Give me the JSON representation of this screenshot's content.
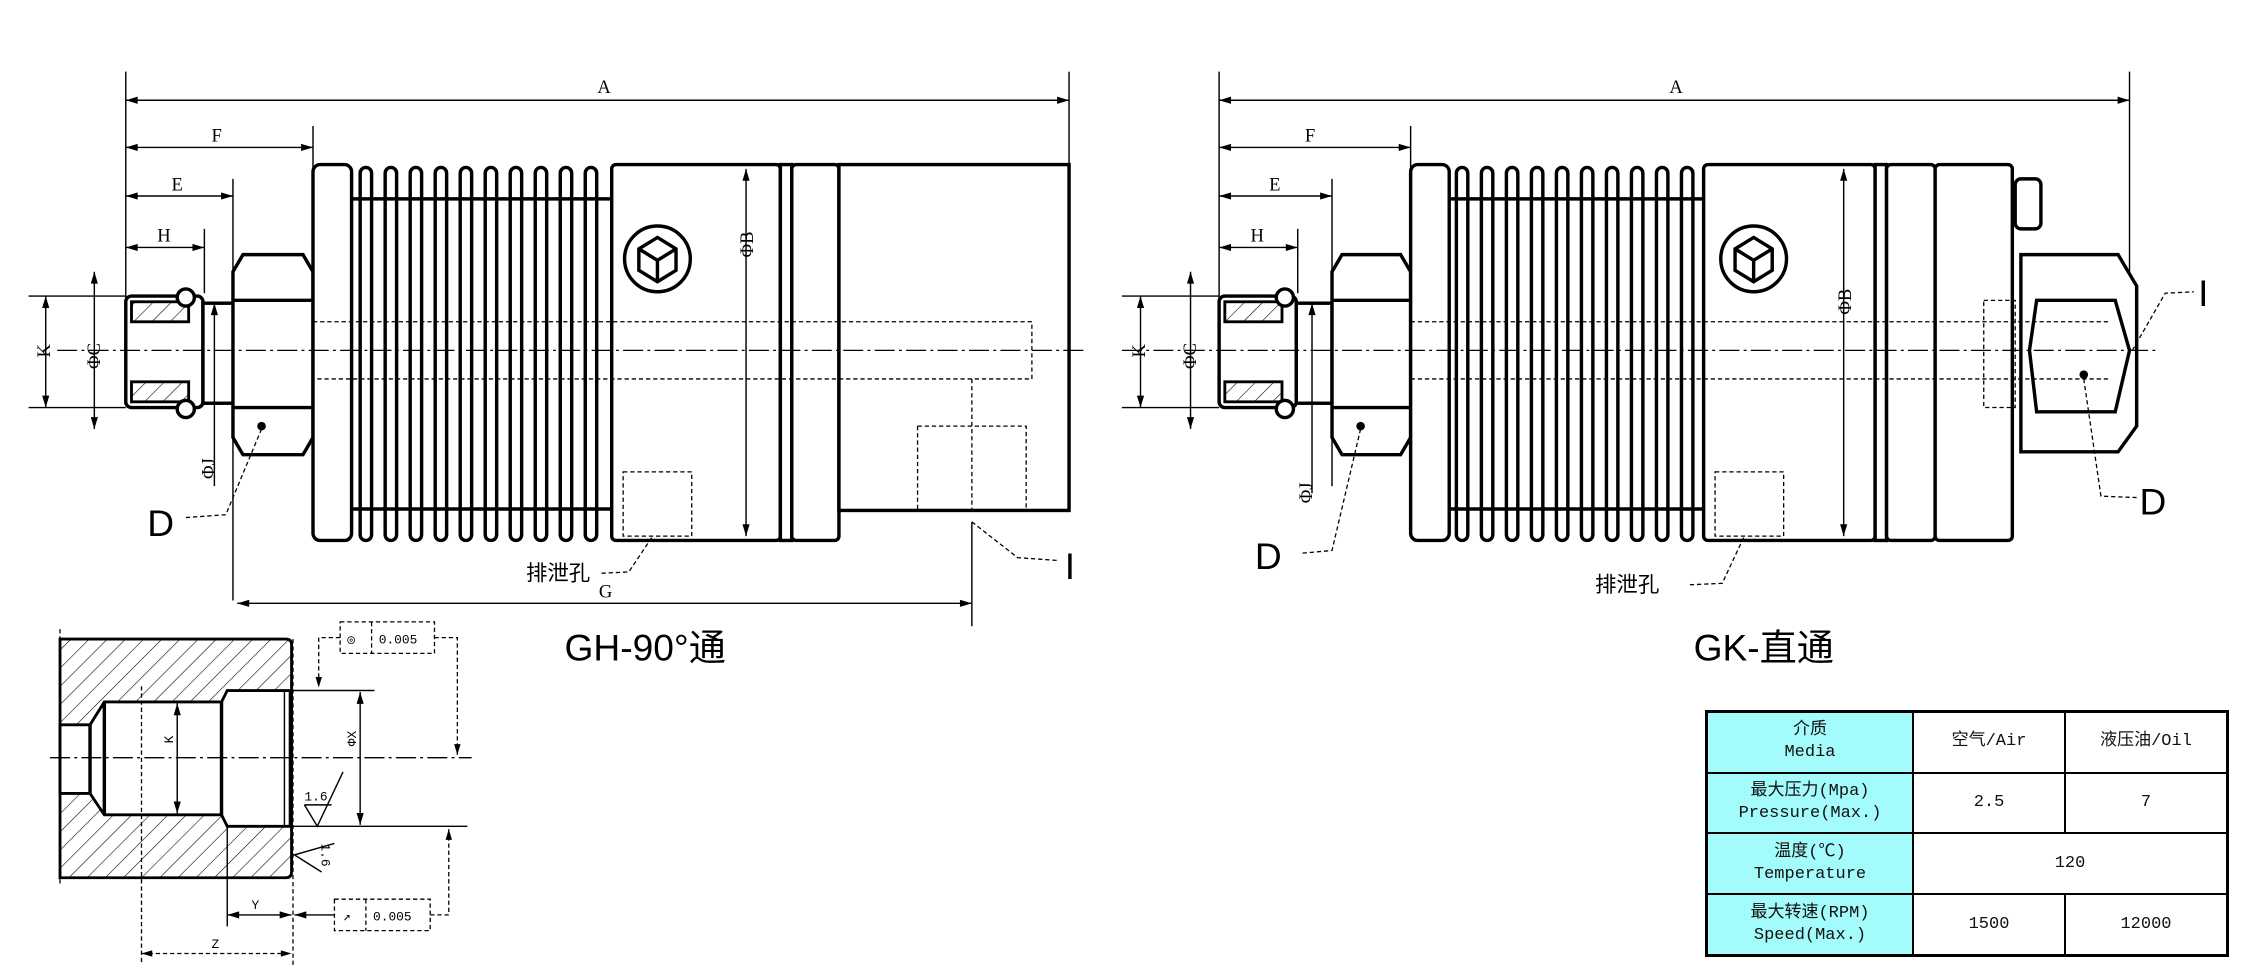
{
  "colors": {
    "table_header_bg": "#a4fbfb",
    "line": "#000000"
  },
  "drawing_gh": {
    "title": "GH-90°通",
    "dims": {
      "a": "A",
      "f": "F",
      "e": "E",
      "h": "H",
      "k": "K",
      "c": "ΦC",
      "j": "ΦJ",
      "b": "ΦB",
      "g": "G"
    },
    "callouts": {
      "d": "D",
      "i": "I",
      "drain": "排泄孔"
    }
  },
  "drawing_gk": {
    "title": "GK-直通",
    "dims": {
      "a": "A",
      "f": "F",
      "e": "E",
      "h": "H",
      "k": "K",
      "c": "ΦC",
      "j": "ΦJ",
      "b": "ΦB"
    },
    "callouts": {
      "d_left": "D",
      "d_right": "D",
      "i": "I",
      "drain": "排泄孔"
    }
  },
  "detail": {
    "dims": {
      "k": "K",
      "x": "ΦX",
      "y": "Y",
      "z": "Z"
    },
    "roughness": [
      "1.6",
      "1.6"
    ],
    "concentricity": {
      "symbol": "◎",
      "value": "0.005"
    },
    "runout": {
      "symbol": "↗",
      "value": "0.005"
    }
  },
  "spec_table": {
    "header": {
      "label_cn": "介质",
      "label_en": "Media",
      "air": "空气/Air",
      "oil": "液压油/Oil"
    },
    "rows": [
      {
        "label_cn": "最大压力(Mpa)",
        "label_en": "Pressure(Max.)",
        "air": "2.5",
        "oil": "7"
      },
      {
        "label_cn": "温度(℃)",
        "label_en": "Temperature",
        "both": "120"
      },
      {
        "label_cn": "最大转速(RPM)",
        "label_en": "Speed(Max.)",
        "air": "1500",
        "oil": "12000"
      }
    ]
  }
}
